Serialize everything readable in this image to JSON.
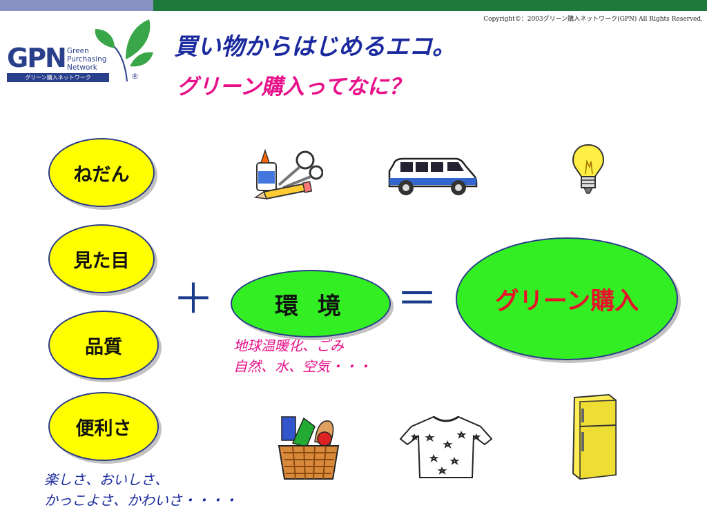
{
  "header": {
    "copyright": "Copyright©：2003グリーン購入ネットワーク(GPN) All Rights Reserved."
  },
  "logo": {
    "abbr": "GPN",
    "words": [
      "Green",
      "Purchasing",
      "Network"
    ],
    "sub": "グリーン購入ネットワーク",
    "registered": "®"
  },
  "title": {
    "main": "買い物からはじめるエコ。",
    "sub": "グリーン購入ってなに？"
  },
  "criteria": [
    "ねだん",
    "見た目",
    "品質",
    "便利さ"
  ],
  "operators": {
    "plus": "＋",
    "equals": "＝"
  },
  "environment": {
    "label": "環 境",
    "notes": [
      "地球温暖化、ごみ",
      "自然、水、空気・・・"
    ]
  },
  "result": {
    "label": "グリーン購入"
  },
  "extra": {
    "notes": [
      "楽しさ、おいしさ、",
      "かっこよさ、かわいさ・・・・"
    ]
  },
  "colors": {
    "title_blue": "#1a2a9e",
    "accent_pink": "#e8108a",
    "oval_yellow": "#ffff00",
    "oval_green": "#33ee22",
    "result_text_red": "#e8102a",
    "bar_green": "#1e7a3a",
    "bar_lavender": "#8a92c4"
  },
  "icons": [
    "stationery-icon",
    "van-icon",
    "light-bulb-icon",
    "grocery-basket-icon",
    "sweater-icon",
    "refrigerator-icon"
  ]
}
